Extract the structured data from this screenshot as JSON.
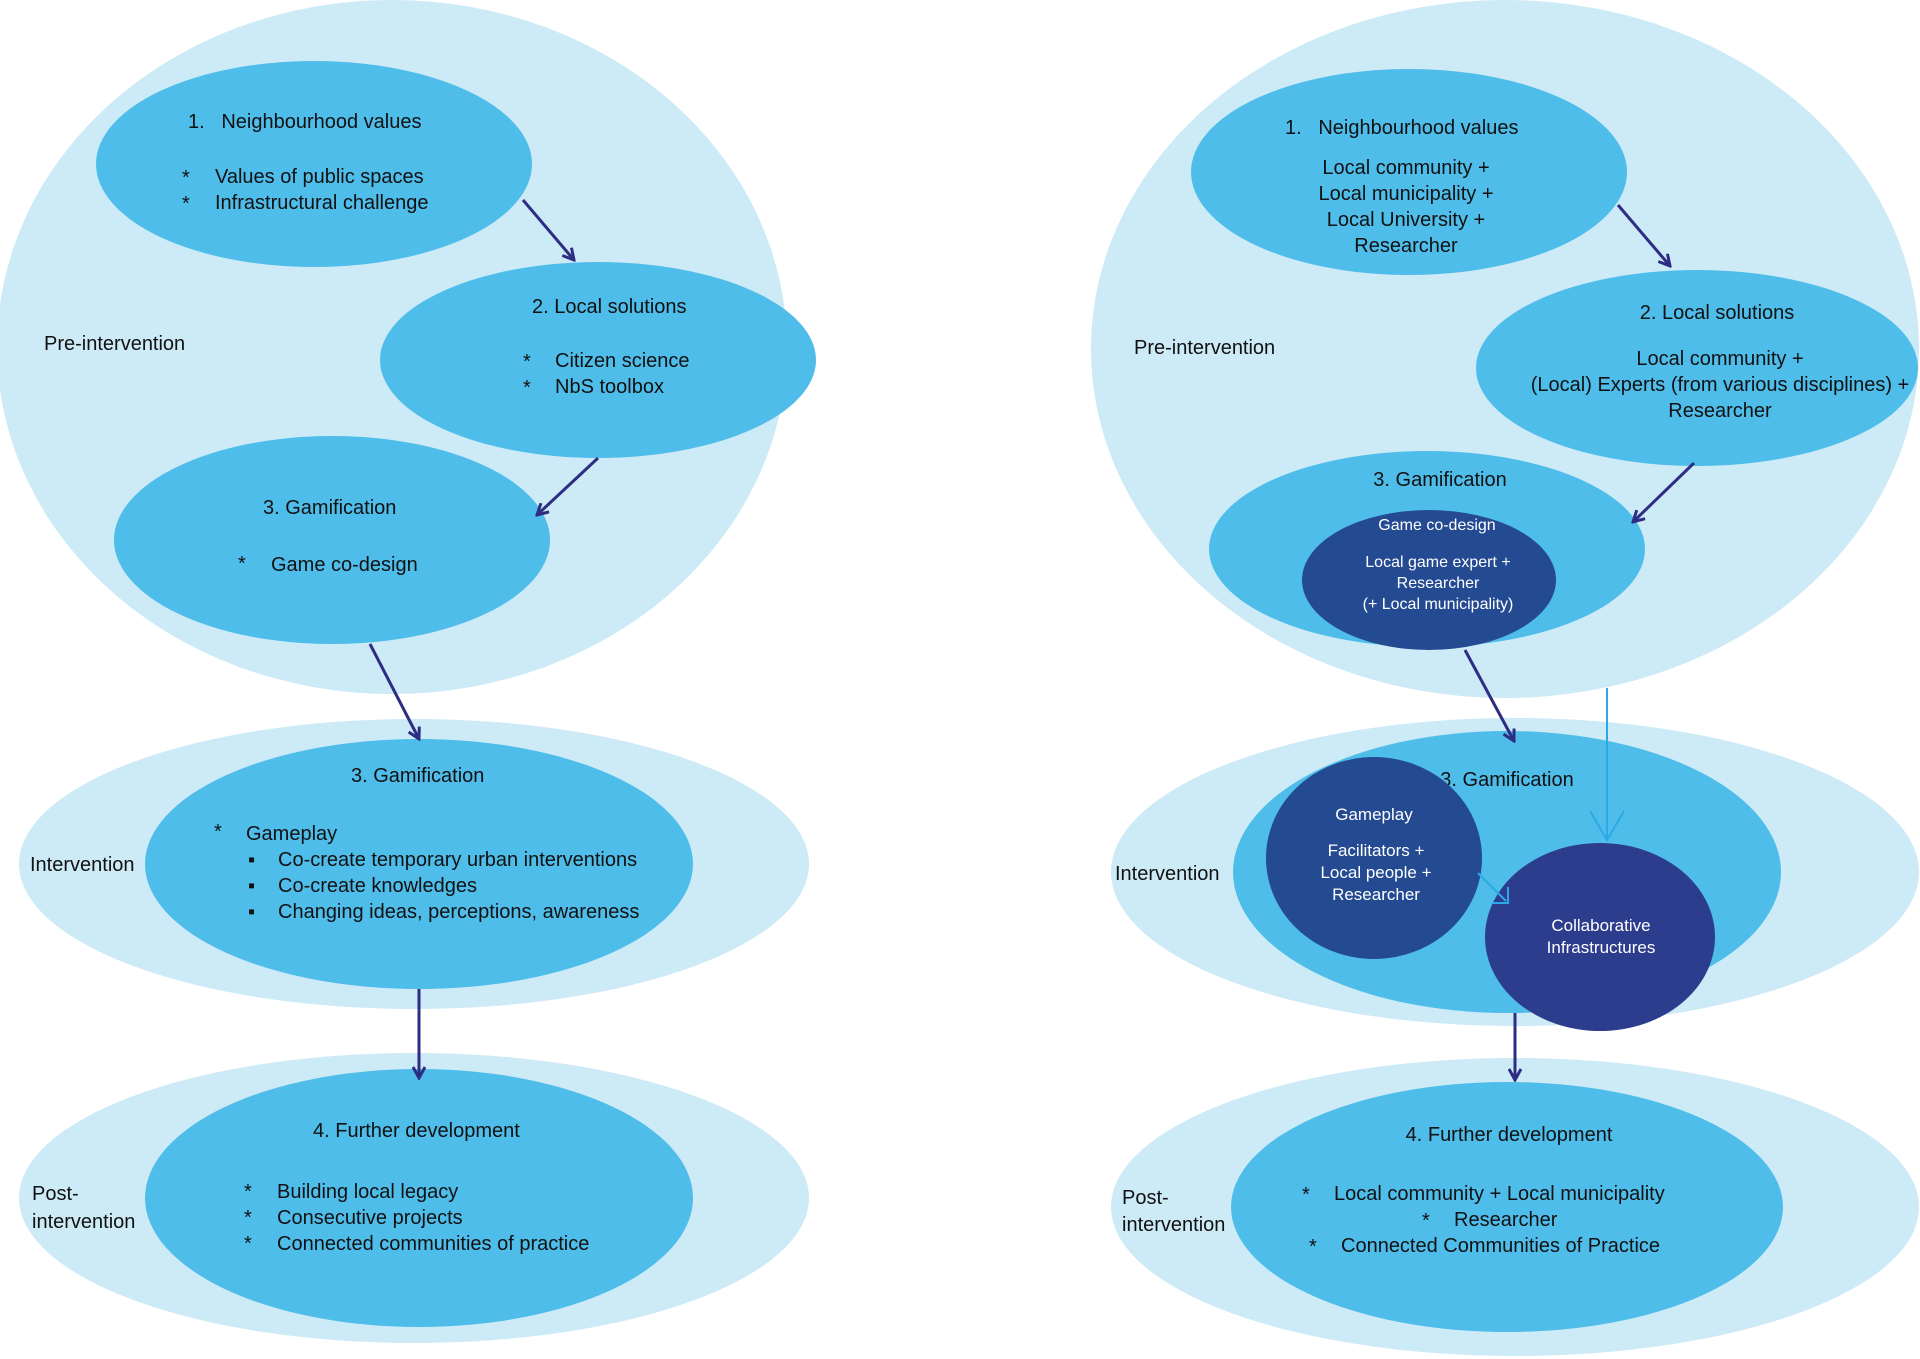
{
  "colors": {
    "outer": "#cdeaf7",
    "inner": "#4fbdea",
    "dark": "#244a92",
    "darker": "#2d3d8e",
    "arrow": "#2e2d84",
    "arrow_light": "#2aa9e6"
  },
  "left": {
    "phase_pre": "Pre-intervention",
    "phase_intervention": "Intervention",
    "phase_post_line1": "Post-",
    "phase_post_line2": "intervention",
    "step1": {
      "title": "1.   Neighbourhood values",
      "items": [
        "Values of public spaces",
        "Infrastructural challenge"
      ]
    },
    "step2": {
      "title": "2. Local solutions",
      "items": [
        "Citizen science",
        "NbS toolbox"
      ]
    },
    "step3": {
      "title": "3. Gamification",
      "items": [
        "Game co-design"
      ]
    },
    "intervention": {
      "title": "3. Gamification",
      "item": "Gameplay",
      "subitems": [
        "Co-create temporary urban interventions",
        "Co-create knowledges",
        "Changing ideas, perceptions, awareness"
      ]
    },
    "post": {
      "title": "4. Further development",
      "items": [
        "Building local legacy",
        "Consecutive projects",
        "Connected communities of practice"
      ]
    },
    "bullet": "*",
    "subbullet": "▪"
  },
  "right": {
    "phase_pre": "Pre-intervention",
    "phase_intervention": "Intervention",
    "phase_post_line1": "Post-",
    "phase_post_line2": "intervention",
    "step1": {
      "title": "1.   Neighbourhood values",
      "lines": [
        "Local community +",
        "Local municipality +",
        "Local University +",
        "Researcher"
      ]
    },
    "step2": {
      "title": "2. Local solutions",
      "lines": [
        "Local community +",
        "(Local) Experts (from various disciplines) +",
        "Researcher"
      ]
    },
    "step3": {
      "title": "3. Gamification",
      "inner_title": "Game co-design",
      "inner_lines": [
        "Local game expert +",
        "Researcher",
        "(+ Local municipality)"
      ]
    },
    "intervention": {
      "title": "3. Gamification",
      "gameplay_title": "Gameplay",
      "gameplay_lines": [
        "Facilitators +",
        "Local people +",
        "Researcher"
      ],
      "collab_lines": [
        "Collaborative",
        "Infrastructures"
      ]
    },
    "post": {
      "title": "4. Further development",
      "items": [
        "Local community + Local municipality",
        "Researcher",
        "Connected Communities of Practice"
      ]
    },
    "bullet": "*"
  }
}
